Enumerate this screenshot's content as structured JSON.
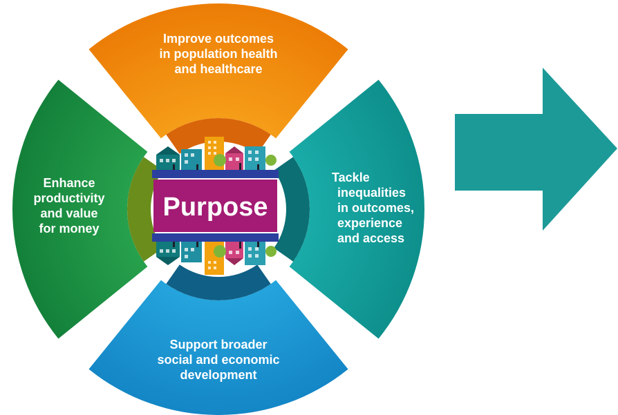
{
  "center": {
    "label": "Purpose"
  },
  "segments": {
    "top": {
      "lines": [
        "Improve outcomes",
        "in population health",
        "and healthcare"
      ],
      "color": "#f2920b"
    },
    "right": {
      "lines": [
        "Tackle",
        "inequalities",
        "in outcomes,",
        "experience",
        "and access"
      ],
      "color": "#16a6a2"
    },
    "bottom": {
      "lines": [
        "Support broader",
        "social and economic",
        "development"
      ],
      "color": "#1a9bd7"
    },
    "left": {
      "lines": [
        "Enhance",
        "productivity",
        "and value",
        "for money"
      ],
      "color": "#1f9a45"
    }
  },
  "colors": {
    "purpose_box": "#a31b74",
    "band_blue": "#2b3f9f",
    "arrow": "#1c9a98"
  },
  "icons": {
    "center_illustration": "town-buildings-illustration",
    "arrow": "arrow-right-icon"
  }
}
